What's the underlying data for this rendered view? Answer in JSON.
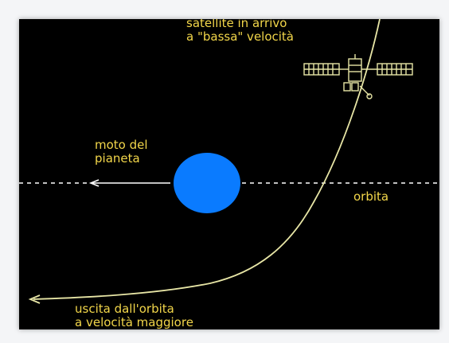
{
  "labels": {
    "arriving_line1": "satellite in arrivo",
    "arriving_line2": "a \"bassa\" velocità",
    "planet_motion_line1": "moto del",
    "planet_motion_line2": "pianeta",
    "orbit": "orbita",
    "exit_line1": "uscita dall'orbita",
    "exit_line2": "a velocità maggiore"
  },
  "colors": {
    "background": "#000000",
    "planet": "#0a7bff",
    "trajectory": "#e8e6a6",
    "text": "#f2d64a",
    "orbit_line": "#ffffff",
    "satellite": "#e8e6a6"
  },
  "icons": {
    "satellite": "satellite-icon",
    "planet": "planet-circle"
  }
}
